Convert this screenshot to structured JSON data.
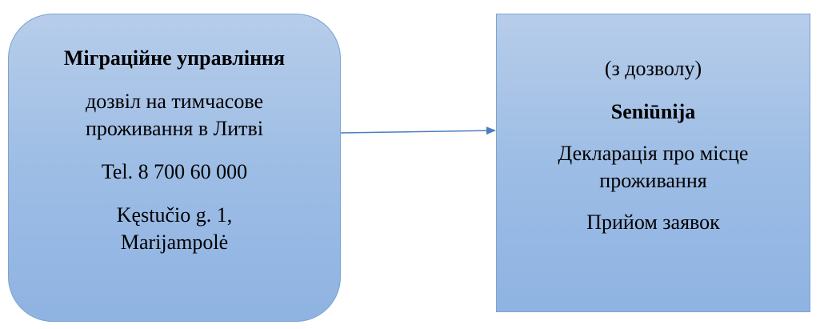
{
  "left_box": {
    "title": "Міграційне управління",
    "line1": "дозвіл на тимчасове",
    "line2": "проживання в Литві",
    "phone": "Tel. 8 700 60 000",
    "address1": "Kęstučio g. 1,",
    "address2": "Marijampolė"
  },
  "right_box": {
    "note": "(з дозволу)",
    "title": "Seniūnija",
    "line1": "Декларація про місце",
    "line2": "проживання",
    "line3": "Прийом заявок"
  },
  "colors": {
    "box_fill_top": "#b7cdea",
    "box_fill_bottom": "#8fb3e2",
    "box_border": "#7ea3cf",
    "arrow": "#4a7ebf"
  }
}
